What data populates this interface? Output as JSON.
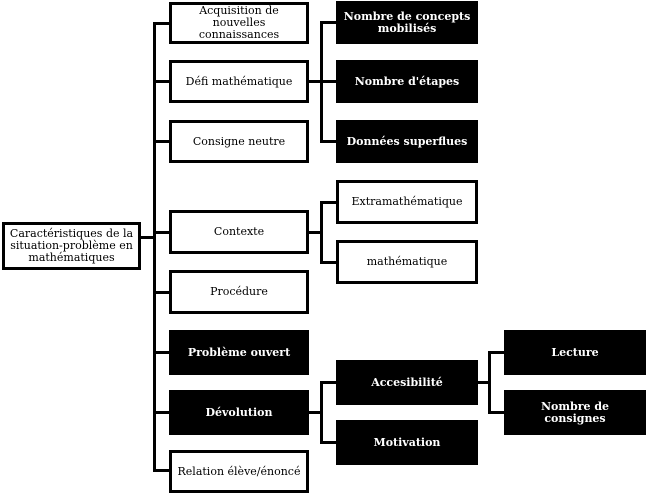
{
  "diagram": {
    "root": {
      "label": "Caractéristiques de la situation-problème en mathématiques"
    },
    "children": [
      {
        "id": "acquisition",
        "label": "Acquisition de nouvelles connaissances",
        "style": "white"
      },
      {
        "id": "defi",
        "label": "Défi mathématique",
        "style": "white",
        "children": [
          {
            "id": "concepts",
            "label": "Nombre de concepts mobilisés",
            "style": "dark"
          },
          {
            "id": "etapes",
            "label": "Nombre d'étapes",
            "style": "dark"
          },
          {
            "id": "superflues",
            "label": "Données superflues",
            "style": "dark"
          }
        ]
      },
      {
        "id": "consigne",
        "label": "Consigne neutre",
        "style": "white"
      },
      {
        "id": "contexte",
        "label": "Contexte",
        "style": "white",
        "children": [
          {
            "id": "extramath",
            "label": "Extramathématique",
            "style": "white"
          },
          {
            "id": "math",
            "label": "mathématique",
            "style": "white"
          }
        ]
      },
      {
        "id": "procedure",
        "label": "Procédure",
        "style": "white"
      },
      {
        "id": "ouvert",
        "label": "Problème ouvert",
        "style": "dark"
      },
      {
        "id": "devolution",
        "label": "Dévolution",
        "style": "dark",
        "children": [
          {
            "id": "accessibilite",
            "label": "Accesibilité",
            "style": "dark",
            "children": [
              {
                "id": "lecture",
                "label": "Lecture",
                "style": "dark"
              },
              {
                "id": "nbconsignes",
                "label": "Nombre de consignes",
                "style": "dark"
              }
            ]
          },
          {
            "id": "motivation",
            "label": "Motivation",
            "style": "dark"
          }
        ]
      },
      {
        "id": "relation",
        "label": "Relation élève/énoncé",
        "style": "white"
      }
    ]
  },
  "colors": {
    "box_fill_dark": "#000000",
    "box_fill_light": "#ffffff",
    "line": "#000000"
  }
}
